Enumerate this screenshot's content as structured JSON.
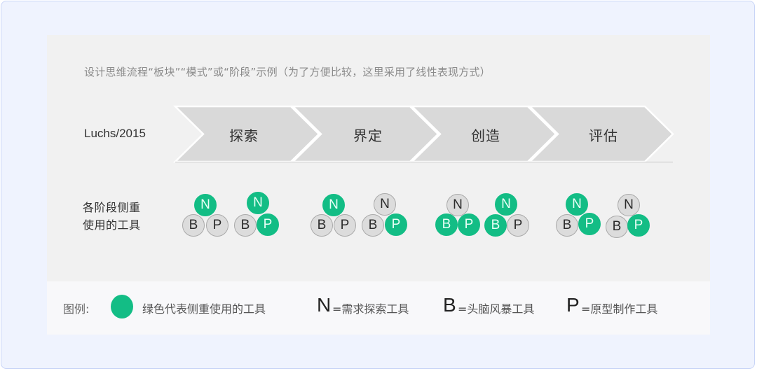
{
  "subtitle": "设计思维流程“板块”“模式”或“阶段”示例（为了方便比较，这里采用了线性表现方式）",
  "model": {
    "label": "Luchs/2015",
    "stages": [
      {
        "label": "探索"
      },
      {
        "label": "界定"
      },
      {
        "label": "创造"
      },
      {
        "label": "评估"
      }
    ]
  },
  "tools_row": {
    "label_line1": "各阶段侧重",
    "label_line2": "使用的工具",
    "clusters": [
      {
        "stage": "探索",
        "n": "on",
        "b": "off",
        "p": "off"
      },
      {
        "stage": "探索",
        "n": "on",
        "b": "off",
        "p": "on"
      },
      {
        "stage": "界定",
        "n": "on",
        "b": "off",
        "p": "off"
      },
      {
        "stage": "界定",
        "n": "off",
        "b": "off",
        "p": "on"
      },
      {
        "stage": "创造",
        "n": "off",
        "b": "on",
        "p": "on"
      },
      {
        "stage": "创造",
        "n": "on",
        "b": "on",
        "p": "off"
      },
      {
        "stage": "评估",
        "n": "on",
        "b": "off",
        "p": "on"
      },
      {
        "stage": "评估",
        "n": "off",
        "b": "off",
        "p": "on"
      }
    ],
    "letters": {
      "n": "N",
      "b": "B",
      "p": "P"
    }
  },
  "legend": {
    "title": "图例:",
    "green_text": "绿色代表侧重使用的工具",
    "items": [
      {
        "key": "N",
        "text": "=需求探索工具"
      },
      {
        "key": "B",
        "text": "=头脑风暴工具"
      },
      {
        "key": "P",
        "text": "=原型制作工具"
      }
    ]
  },
  "colors": {
    "highlight": "#13bd85",
    "inactive": "#dcdcdc",
    "chevron_fill": "#d9d9d9",
    "frame_bg": "#eff3fe"
  }
}
